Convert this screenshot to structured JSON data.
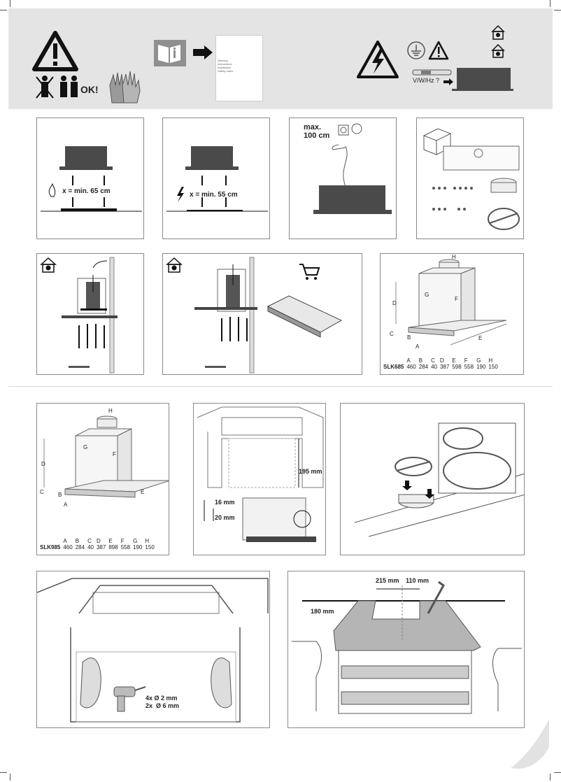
{
  "header": {
    "ok_label": "OK!",
    "manual_lines": [
      "Warning",
      "Instructions",
      "Installation",
      "Safety notes"
    ],
    "power_label": "V/W/Hz ?"
  },
  "distances": {
    "gas": "x = min. 65 cm",
    "electric": "x = min. 55 cm",
    "cable_max": "max.\n100 cm"
  },
  "models": {
    "slk685": {
      "name": "SLK685",
      "headers": [
        "A",
        "B",
        "C",
        "D",
        "E",
        "F",
        "G",
        "H"
      ],
      "values": [
        "460",
        "284",
        "40",
        "387",
        "598",
        "558",
        "190",
        "150"
      ]
    },
    "slk985": {
      "name": "SLK985",
      "headers": [
        "A",
        "B",
        "C",
        "D",
        "E",
        "F",
        "G",
        "H"
      ],
      "values": [
        "460",
        "284",
        "40",
        "387",
        "898",
        "558",
        "190",
        "150"
      ]
    }
  },
  "dim_letters": {
    "a": "A",
    "b": "B",
    "c": "C",
    "d": "D",
    "e": "E",
    "f": "F",
    "g": "G",
    "h": "H"
  },
  "measurements": {
    "m195": "195 mm",
    "m16": "16 mm",
    "m20": "20 mm",
    "m215": "215 mm",
    "m110": "110 mm",
    "m180": "180 mm",
    "drill1": "4x Ø 2 mm",
    "drill2": "2x  Ø 6 mm"
  },
  "icons": [
    "warning-icon",
    "no-single-person-icon",
    "two-persons-ok-icon",
    "gloves-icon",
    "manual-icon",
    "electric-shock-icon",
    "ground-icon",
    "recirculation-icon",
    "exhaust-icon",
    "cart-icon",
    "drill-icon",
    "gas-flame-icon",
    "lightning-icon",
    "socket-icon",
    "box-icon"
  ]
}
